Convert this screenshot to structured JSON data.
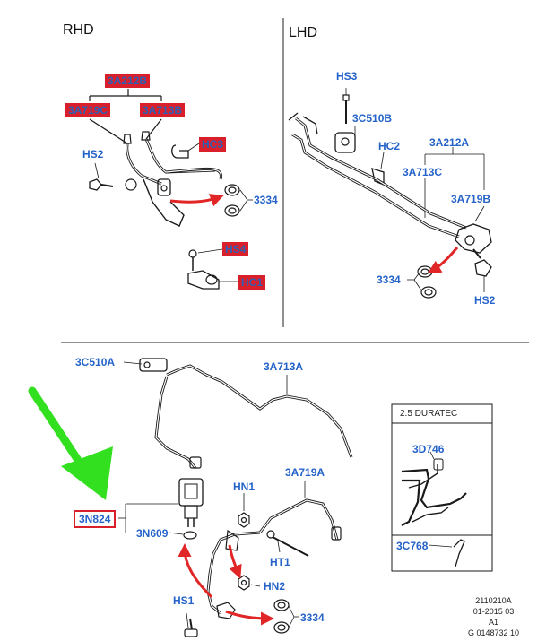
{
  "sections": {
    "rhd_title": "RHD",
    "lhd_title": "LHD",
    "inset_title": "2.5 DURATEC"
  },
  "rhd_labels": {
    "hose_main": "3A212B",
    "hose_left": "3A719C",
    "hose_right": "3A713B",
    "clip_top": "HC3",
    "screw_left": "HS2",
    "seal": "3334",
    "screw_bottom": "HS4",
    "clip_bottom": "HC1"
  },
  "lhd_labels": {
    "screw_top": "HS3",
    "clamp": "3C510B",
    "clip": "HC2",
    "hose_main": "3A212A",
    "hose_mid": "3A713C",
    "hose_right": "3A719B",
    "seal": "3334",
    "screw_bottom": "HS2"
  },
  "lower_labels": {
    "clamp": "3C510A",
    "hose_upper": "3A713A",
    "sensor": "3N824",
    "sensor_seal": "3N609",
    "nut1": "HN1",
    "hose_right": "3A719A",
    "bolt": "HT1",
    "nut2": "HN2",
    "screw": "HS1",
    "seal": "3334"
  },
  "inset_labels": {
    "hose": "3D746",
    "bracket": "3C768"
  },
  "meta": {
    "line1": "2110210A",
    "line2": "01-2015 03",
    "line3": "A1",
    "line4": "G 0148732 10"
  },
  "colors": {
    "label_blue": "#2563c9",
    "highlight_red": "#d91f2a",
    "arrow_red": "#e02626",
    "arrow_green": "#33e01f",
    "line_dark": "#1a1a1a"
  }
}
